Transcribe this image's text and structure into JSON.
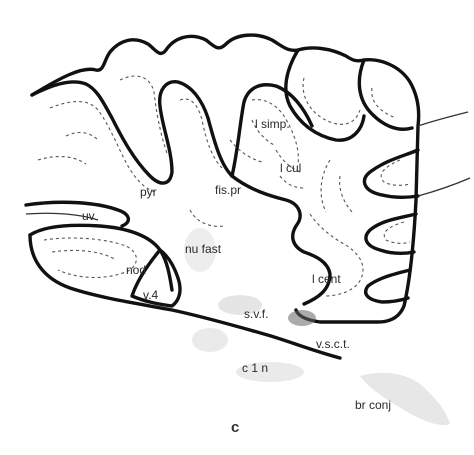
{
  "figure": {
    "panel_label": "c",
    "labels": {
      "simp": "l simp.",
      "cul": "l cul",
      "pyr": "pyr",
      "fispr": "fis.pr",
      "uv": "uv",
      "nufast": "nu fast",
      "nod": "nod",
      "v4": "v.4",
      "cent": "l cent",
      "svf": "s.v.f.",
      "vsct": "v.s.c.t.",
      "c1n": "c 1 n",
      "brconj": "br conj"
    }
  }
}
